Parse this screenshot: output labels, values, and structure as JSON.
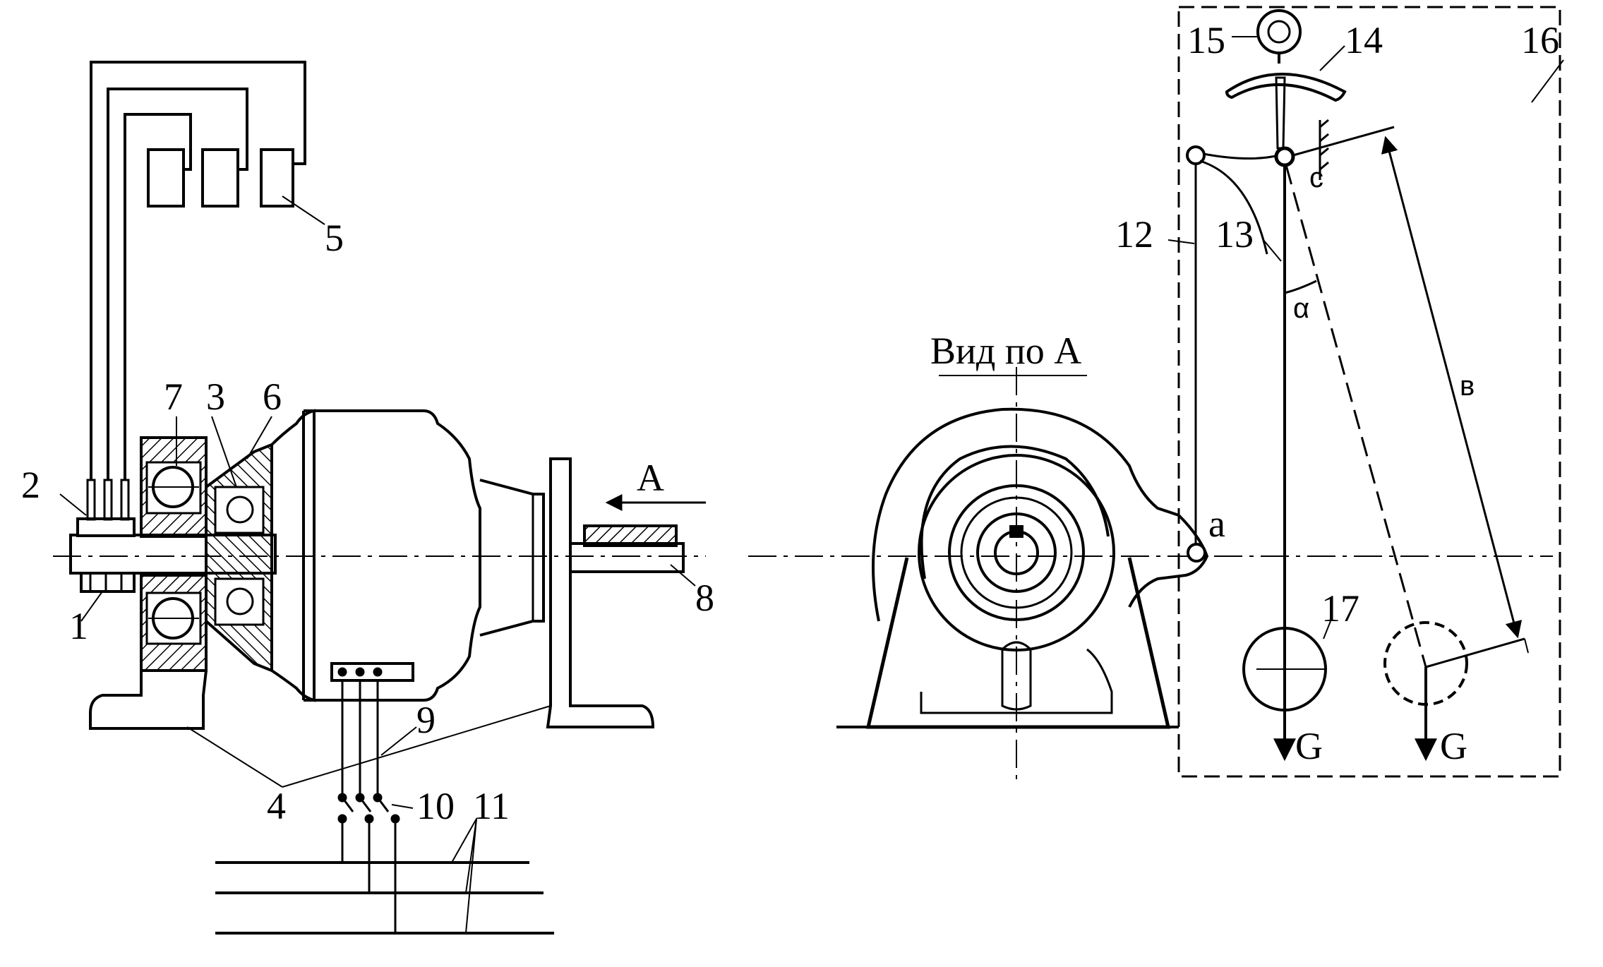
{
  "figure": {
    "view_title": "Вид по А",
    "arrow_label": "A",
    "callouts": [
      "1",
      "2",
      "3",
      "4",
      "5",
      "6",
      "7",
      "8",
      "9",
      "10",
      "11",
      "12",
      "13",
      "14",
      "15",
      "16",
      "17"
    ],
    "points": {
      "a": "a",
      "c": "c",
      "b": "в",
      "angle": "α"
    },
    "force": "G"
  },
  "colors": {
    "ink": "#000000",
    "paper": "#ffffff"
  }
}
